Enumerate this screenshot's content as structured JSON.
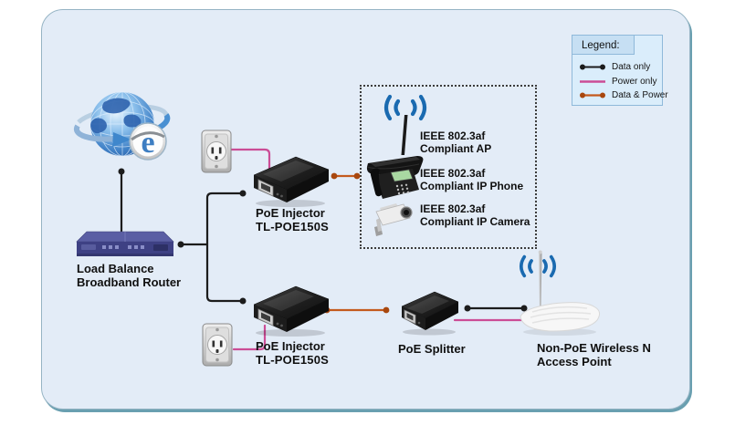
{
  "colors": {
    "data_line": "#1c1c1c",
    "power_line": "#cb4d96",
    "data_power_line": "#c45a1d",
    "data_power_dot": "#a8470e",
    "wifi_blue": "#1a6ab0",
    "panel_bg": "#e3ecf7",
    "legend_bg": "#daedfb",
    "legend_title_bg": "#c6dff3"
  },
  "legend": {
    "title": "Legend:",
    "items": [
      {
        "label": "Data only",
        "type": "data"
      },
      {
        "label": "Power only",
        "type": "power"
      },
      {
        "label": "Data & Power",
        "type": "data-power"
      }
    ]
  },
  "nodes": {
    "internet": {
      "e_glyph": "e"
    },
    "router": {
      "line1": "Load Balance",
      "line2": "Broadband Router"
    },
    "injector_top": {
      "line1": "PoE Injector",
      "line2": "TL-POE150S"
    },
    "injector_bottom": {
      "line1": "PoE Injector",
      "line2": "TL-POE150S"
    },
    "splitter": {
      "line1": "PoE Splitter"
    },
    "access_point": {
      "line1": "Non-PoE Wireless N",
      "line2": "Access Point"
    },
    "pd_group": [
      {
        "line1": "IEEE 802.3af",
        "line2": "Compliant AP"
      },
      {
        "line1": "IEEE 802.3af",
        "line2": "Compliant IP Phone"
      },
      {
        "line1": "IEEE 802.3af",
        "line2": "Compliant IP Camera"
      }
    ]
  },
  "connections": [
    {
      "from": "internet",
      "to": "router",
      "type": "data"
    },
    {
      "from": "router",
      "to": "injector-top",
      "type": "data"
    },
    {
      "from": "router",
      "to": "injector-bottom",
      "type": "data"
    },
    {
      "from": "outlet-top",
      "to": "injector-top",
      "type": "power"
    },
    {
      "from": "outlet-bottom",
      "to": "injector-bottom",
      "type": "power"
    },
    {
      "from": "injector-top",
      "to": "pd-group",
      "type": "data-power"
    },
    {
      "from": "injector-bottom",
      "to": "splitter",
      "type": "data-power"
    },
    {
      "from": "splitter",
      "to": "access-point",
      "type": "data"
    },
    {
      "from": "splitter",
      "to": "access-point",
      "type": "power"
    }
  ]
}
